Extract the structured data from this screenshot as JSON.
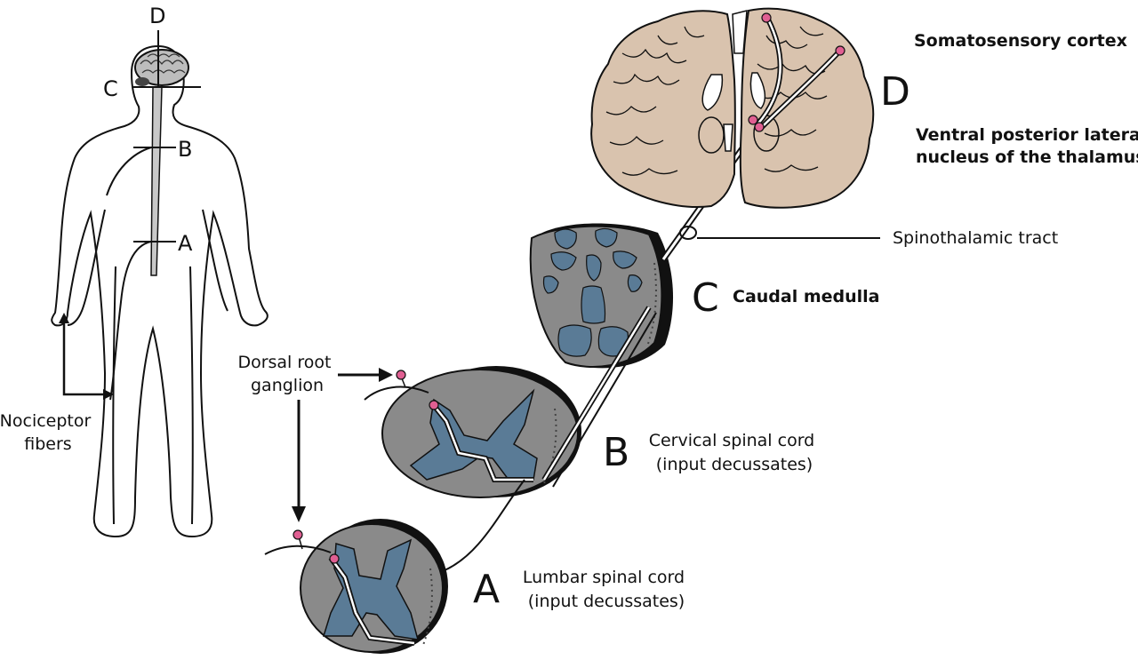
{
  "body_figure": {
    "level_labels": {
      "d": "D",
      "c": "C",
      "b": "B",
      "a": "A"
    },
    "nociceptor_label": [
      "Nociceptor",
      "fibers"
    ]
  },
  "labels": {
    "dorsal_root_ganglion": [
      "Dorsal root",
      "ganglion"
    ],
    "somatosensory_cortex": "Somatosensory cortex",
    "vpl_thalamus": [
      "Ventral posterior lateral",
      "nucleus of the thalamus"
    ],
    "spinothalamic_tract": "Spinothalamic tract",
    "caudal_medulla": "Caudal medulla",
    "cervical_cord": [
      "Cervical spinal cord",
      "(input decussates)"
    ],
    "lumbar_cord": [
      "Lumbar spinal cord",
      "(input decussates)"
    ]
  },
  "section_letters": {
    "d": "D",
    "c": "C",
    "b": "B",
    "a": "A"
  },
  "colors": {
    "brain_tissue": "#d9c3ae",
    "gray_section": "#8a8a8a",
    "gray_matter": "#5a7b96",
    "neuron": "#e05f92",
    "outline": "#111111"
  }
}
